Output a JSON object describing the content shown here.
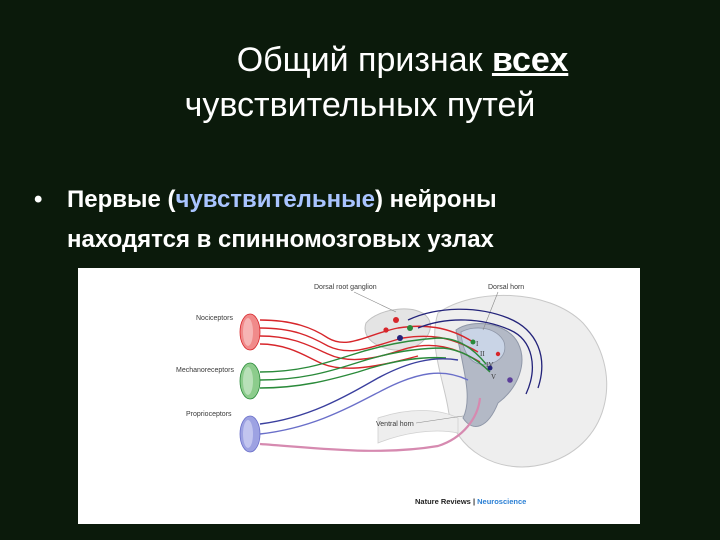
{
  "slide": {
    "title_part1": "Общий признак ",
    "title_emphasis": "всех",
    "title_line2": "чувствительных путей",
    "bullet_marker": "•",
    "bullet_pre": "Первые (",
    "bullet_highlight": "чувствительные",
    "bullet_post": ") нейроны",
    "bullet_line2": "находятся в спинномозговых узлах"
  },
  "diagram": {
    "labels": {
      "dorsal_root_ganglion": "Dorsal root ganglion",
      "dorsal_horn": "Dorsal horn",
      "nociceptors": "Nociceptors",
      "mechanoreceptors": "Mechanoreceptors",
      "proprioceptors": "Proprioceptors",
      "ventral_horn": "Ventral horn",
      "lamina_1": "I",
      "lamina_2": "II",
      "lamina_4": "IV",
      "lamina_5": "V"
    },
    "credit_journal": "Nature Reviews",
    "credit_sep": " | ",
    "credit_section": "Neuroscience",
    "colors": {
      "nociceptor": "#d7262b",
      "mechanoreceptor": "#2a8a3a",
      "proprioceptor": "#6a6fc9",
      "proprioceptor_axon": "#d68ab0",
      "dorsal_axon": "#23237a",
      "background": "#0b1a0b"
    }
  }
}
